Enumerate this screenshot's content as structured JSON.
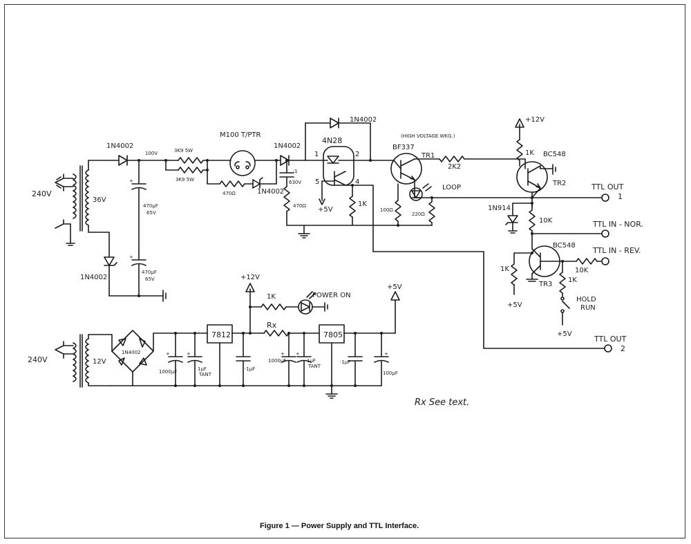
{
  "caption": "Figure 1 — Power Supply and TTL Interface.",
  "note": "Rx See text.",
  "labels": {
    "mains_top": "240V",
    "mains_bottom": "240V",
    "secondary_top": "36V",
    "secondary_bottom": "12V",
    "d1": "1N4002",
    "d2": "1N4002",
    "d3": "1N4002",
    "d4": "1N4002",
    "d5": "1N4002",
    "d_bridge": "1N4002",
    "d_1n914": "1N914",
    "v100": "100V",
    "r_3k9a": "3K9 5W",
    "r_3k9b": "3K9 5W",
    "r_470a": "470Ω",
    "r_470b": "470Ω",
    "r_100": "100Ω",
    "r_220": "220Ω",
    "r_1k_opto": "1K",
    "r_2k2": "2K2",
    "r_1k_tr2": "1K",
    "r_10k_a": "10K",
    "r_10k_b": "10K",
    "r_1k_tr3": "1K",
    "r_1k_hold": "1K",
    "r_1k_led": "1K",
    "rx": "Rx",
    "c_470a": "470μF",
    "c_470a_v": "65V",
    "c_470b": "470μF",
    "c_470b_v": "65V",
    "c_630": "630V",
    "c_01": "·1",
    "c_1000a": "1000μF",
    "c_1uf_a": "1μF",
    "c_tant_a": "TANT",
    "c_01b": "·1μF",
    "c_1000b": "1000μF",
    "c_1uf_b": "1μF",
    "c_tant_b": "TANT",
    "c_01c": "·1μF",
    "c_100": "100μF",
    "m100": "M100 T/PTR",
    "opto": "4N28",
    "pin1": "1",
    "pin2": "2",
    "pin4": "4",
    "pin5": "5",
    "p5v_a": "+5V",
    "bf337": "BF337",
    "hv_note": "(HIGH VOLTAGE WKG.)",
    "tr1": "TR1",
    "loop": "LOOP",
    "plus12_a": "+12V",
    "bc548a": "BC548",
    "tr2": "TR2",
    "bc548b": "BC548",
    "tr3": "TR3",
    "p5v_b": "+5V",
    "p5v_c": "+5V",
    "hold": "HOLD",
    "run": "RUN",
    "ttl_out1": "TTL OUT",
    "ttl_out1_n": "1",
    "ttl_in_nor": "TTL IN - NOR.",
    "ttl_in_rev": "TTL IN - REV.",
    "ttl_out2": "TTL OUT",
    "ttl_out2_n": "2",
    "plus12_b": "+12V",
    "power_on": "POWER ON",
    "plus5_out": "+5V",
    "reg_7812": "7812",
    "reg_7805": "7805"
  }
}
